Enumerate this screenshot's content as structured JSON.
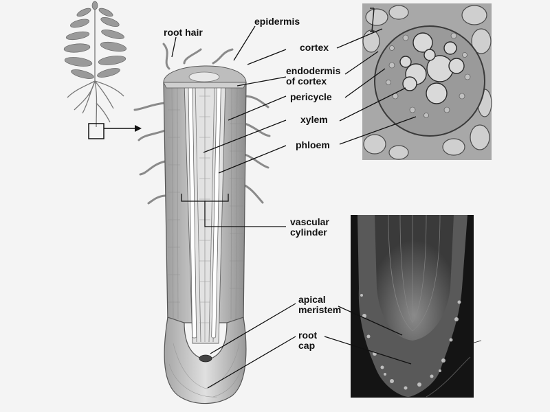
{
  "labels": {
    "root_hair": "root  hair",
    "epidermis": "epidermis",
    "cortex": "cortex",
    "endodermis_line1": "endodermis",
    "endodermis_line2": "of cortex",
    "pericycle": "pericycle",
    "xylem": "xylem",
    "phloem": "phloem",
    "vascular_line1": "vascular",
    "vascular_line2": "cylinder",
    "apical_line1": "apical",
    "apical_line2": "meristem",
    "rootcap_line1": "root",
    "rootcap_line2": "cap"
  },
  "colors": {
    "background": "#f4f4f4",
    "ink": "#111111",
    "tissue": "#c9c9c9",
    "micrograph_dark": "#141414"
  },
  "icons": {
    "plant": "plant-illustration",
    "root": "root-longitudinal-section",
    "cross_section": "vascular-cross-section-micrograph",
    "root_tip": "root-tip-micrograph"
  }
}
